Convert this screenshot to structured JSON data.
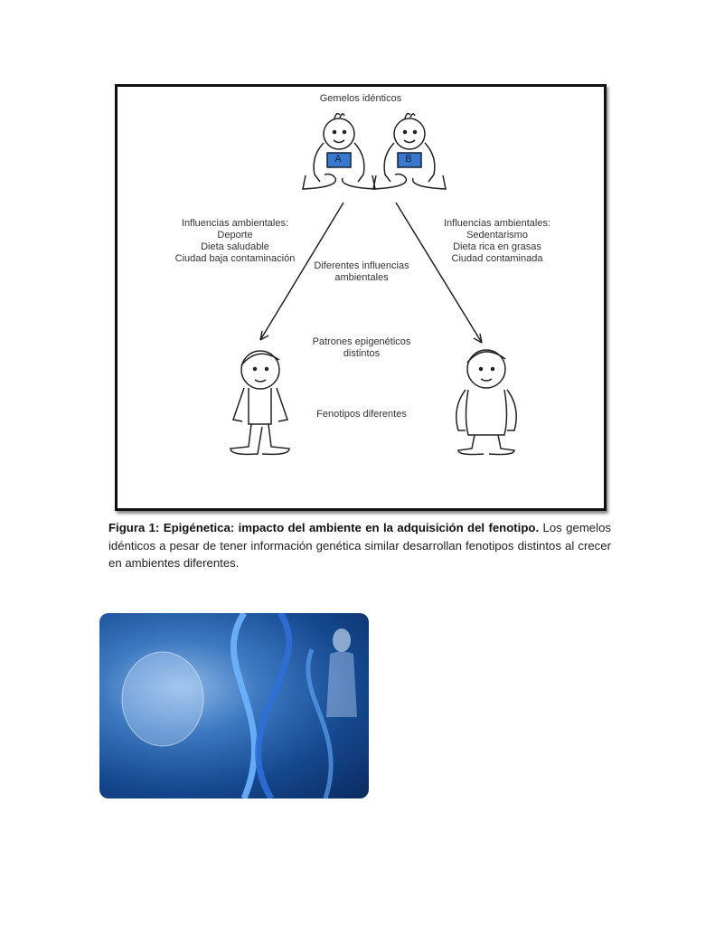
{
  "figure": {
    "title": "Gemelos idénticos",
    "twin_a_label": "A",
    "twin_b_label": "B",
    "left_influences": [
      "Influencias ambientales:",
      "Deporte",
      "Dieta saludable",
      "Ciudad baja contaminación"
    ],
    "right_influences": [
      "Influencias ambientales:",
      "Sedentarismo",
      "Dieta rica en grasas",
      "Ciudad contaminada"
    ],
    "center_labels": [
      "Diferentes influencias",
      "ambientales"
    ],
    "epigenetic_labels": [
      "Patrones epigenéticos",
      "distintos"
    ],
    "phenotype_label": "Fenotipos diferentes",
    "badge_color": "#3a78d0"
  },
  "caption": {
    "bold": "Figura 1: Epigénetica: impacto del ambiente en la adquisición del fenotipo.",
    "text": " Los gemelos idénticos a pesar de tener información genética similar desarrollan fenotipos distintos al crecer en ambientes diferentes."
  }
}
